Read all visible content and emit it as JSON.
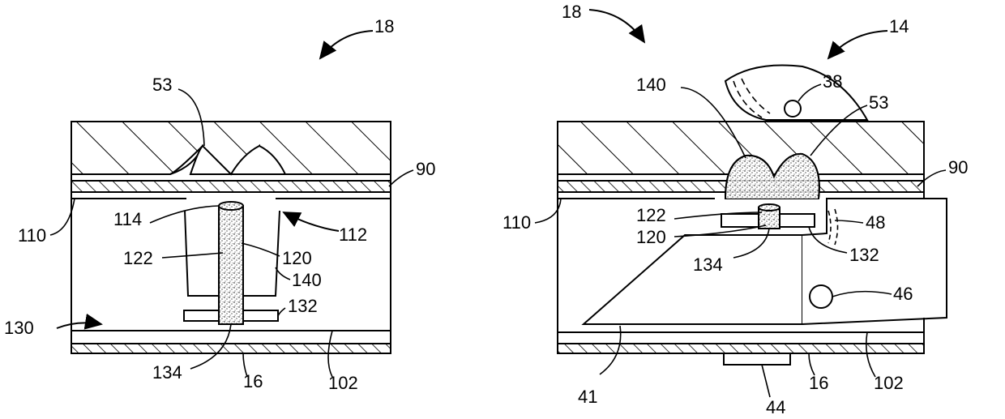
{
  "colors": {
    "ink": "#000000",
    "paper": "#ffffff"
  },
  "left_figure": {
    "labels": {
      "ref_18": "18",
      "ref_53": "53",
      "ref_90": "90",
      "ref_110": "110",
      "ref_114": "114",
      "ref_112": "112",
      "ref_122": "122",
      "ref_120": "120",
      "ref_140": "140",
      "ref_132": "132",
      "ref_130": "130",
      "ref_134": "134",
      "ref_16": "16",
      "ref_102": "102"
    }
  },
  "right_figure": {
    "labels": {
      "ref_18": "18",
      "ref_14": "14",
      "ref_38": "38",
      "ref_140": "140",
      "ref_53": "53",
      "ref_90": "90",
      "ref_110": "110",
      "ref_122": "122",
      "ref_120": "120",
      "ref_48": "48",
      "ref_134": "134",
      "ref_132": "132",
      "ref_46": "46",
      "ref_41": "41",
      "ref_16": "16",
      "ref_102": "102",
      "ref_44": "44"
    }
  }
}
